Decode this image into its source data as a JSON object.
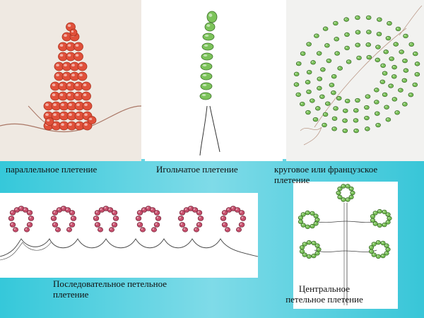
{
  "captions": {
    "parallel": "параллельное плетение",
    "needle": "Игольчатое плетение",
    "circular_line1": "круговое или французское",
    "circular_line2": "плетение",
    "sequential_line1": "Последовательное петельное",
    "sequential_line2": "плетение",
    "central_line1": "Центральное",
    "central_line2": "петельное плетение"
  },
  "colors": {
    "red_bead": "#e0503a",
    "green_bead": "#7cc35a",
    "pink_bead": "#c9506e",
    "background_cyan": "#35c8da"
  }
}
